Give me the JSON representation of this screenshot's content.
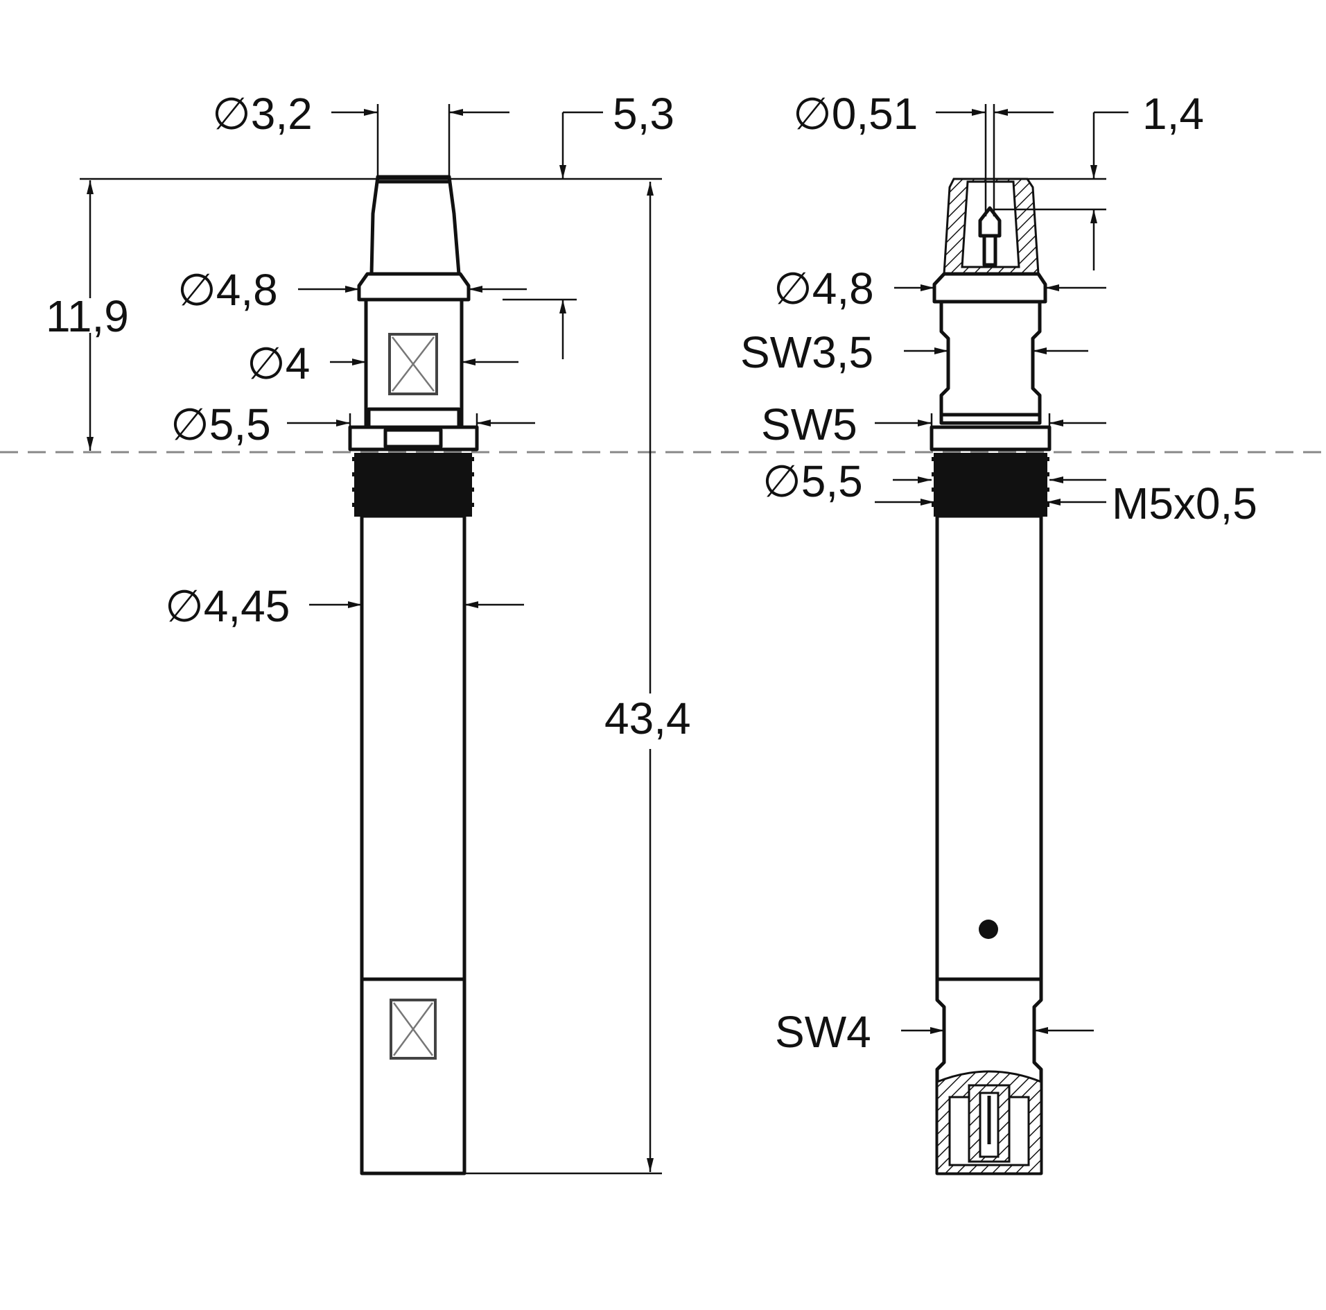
{
  "drawing": {
    "left_view": {
      "dims": {
        "tip_diameter": "∅3,2",
        "tip_length": "5,3",
        "overall_upper_length": "11,9",
        "collar_diameter": "∅4,8",
        "body_diameter": "∅4",
        "flange_diameter": "∅5,5",
        "shaft_diameter": "∅4,45",
        "overall_length": "43,4"
      }
    },
    "right_view": {
      "dims": {
        "pin_diameter": "∅0,51",
        "pin_offset": "1,4",
        "collar_diameter": "∅4,8",
        "wrench_flat_upper": "SW3,5",
        "wrench_flat_flange": "SW5",
        "thread_diameter": "∅5,5",
        "thread_spec": "M5x0,5",
        "wrench_flat_lower": "SW4"
      }
    }
  }
}
